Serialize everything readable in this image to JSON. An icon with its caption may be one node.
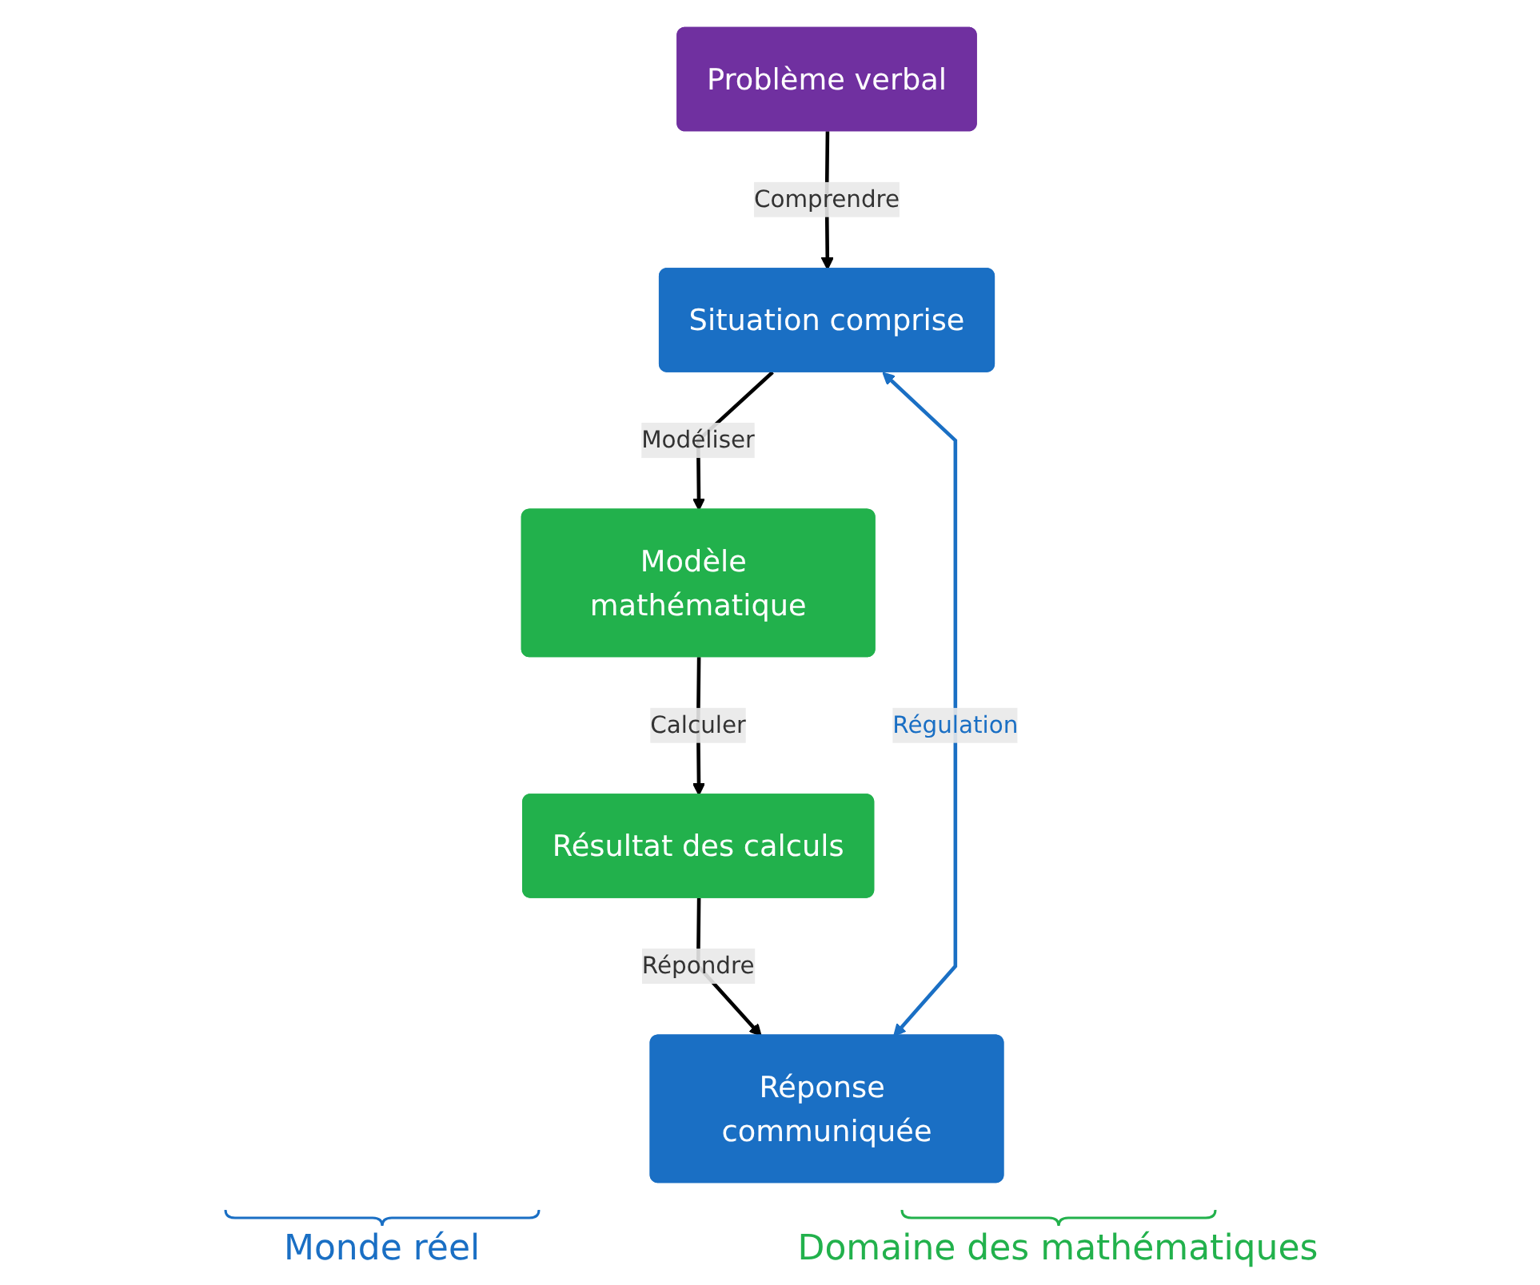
{
  "diagram": {
    "nodes": [
      {
        "text": [
          "Problème verbal"
        ]
      },
      {
        "text": [
          "Situation comprise"
        ]
      },
      {
        "text": [
          "Modèle mathématique"
        ]
      },
      {
        "text": [
          "Réponse communiquée"
        ]
      },
      {
        "text": [
          "Résultat des calculs"
        ]
      }
    ],
    "edges": [
      {
        "from": 0,
        "to": 1,
        "arrow": "to",
        "label": "Comprendre"
      },
      {
        "from": 1,
        "to": 2,
        "arrow": "to",
        "label": "Modéliser"
      },
      {
        "from": 2,
        "to": 4,
        "arrow": "to",
        "label": "Calculer"
      },
      {
        "from": 4,
        "to": 3,
        "arrow": "to",
        "label": "Répondre"
      },
      {
        "from": 1,
        "to": 3,
        "arrow": "both",
        "label": "Régulation",
        "color": "#1a6fc4"
      }
    ],
    "labels": [
      "Monde réel",
      "Domaine des mathématiques"
    ]
  }
}
